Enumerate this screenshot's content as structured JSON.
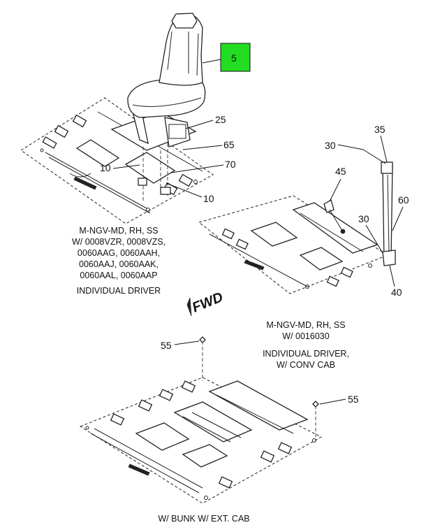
{
  "highlight_color": "#22dd22",
  "callouts": {
    "c5": "5",
    "c25": "25",
    "c65": "65",
    "c10a": "10",
    "c70": "70",
    "c10b": "10",
    "c30a": "30",
    "c35": "35",
    "c45": "45",
    "c30b": "30",
    "c60": "60",
    "c40": "40",
    "c55a": "55",
    "c55b": "55"
  },
  "captions": {
    "top_left": [
      "M-NGV-MD, RH, SS",
      "W/ 0008VZR, 0008VZS,",
      "0060AAG, 0060AAH,",
      "0060AAJ, 0060AAK,",
      "0060AAL, 0060AAP"
    ],
    "top_left_title": "INDIVIDUAL DRIVER",
    "right": [
      "M-NGV-MD, RH, SS",
      "W/ 0016030"
    ],
    "right_title": [
      "INDIVIDUAL DRIVER,",
      "W/ CONV CAB"
    ],
    "bottom": "W/ BUNK W/ EXT. CAB"
  },
  "fwd_label": "FWD",
  "icons": [
    "fwd-arrow-icon"
  ]
}
